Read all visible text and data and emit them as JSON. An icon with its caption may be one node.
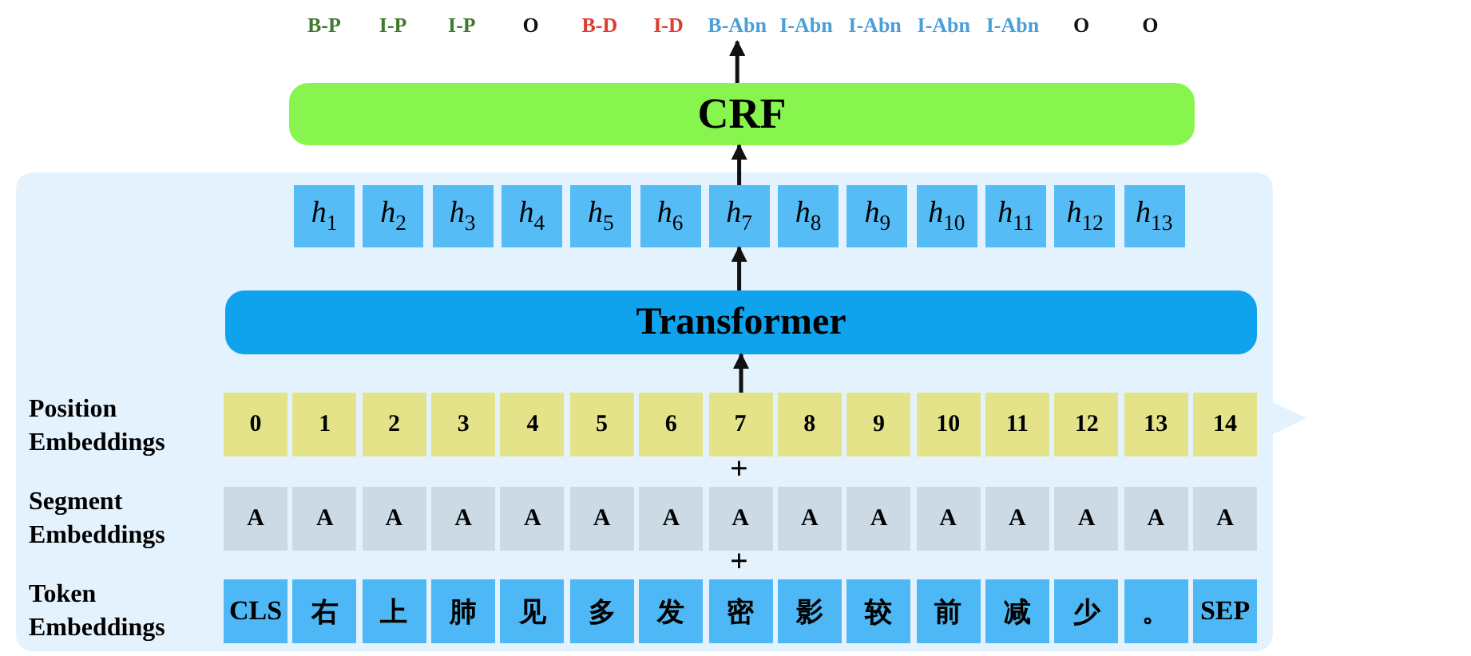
{
  "diagram": {
    "nodes": [
      {
        "text": [
          "B-P"
        ]
      },
      {
        "text": [
          "I-P"
        ]
      },
      {
        "text": [
          "I-P"
        ]
      },
      {
        "text": [
          "O"
        ]
      },
      {
        "text": [
          "B-D"
        ]
      },
      {
        "text": [
          "I-D"
        ]
      },
      {
        "text": [
          "B-Abn"
        ]
      },
      {
        "text": [
          "I-Abn"
        ]
      },
      {
        "text": [
          "I-Abn"
        ]
      },
      {
        "text": [
          "I-Abn"
        ]
      },
      {
        "text": [
          "I-Abn"
        ]
      },
      {
        "text": [
          "O"
        ]
      },
      {
        "text": [
          "O"
        ]
      },
      {
        "text": [
          "CRF"
        ]
      },
      {
        "text": [],
        "shape": "box"
      },
      {
        "text": [
          "*h*$_{1}$"
        ],
        "in": 14
      },
      {
        "text": [
          "*h*$_{2}$"
        ],
        "in": 14
      },
      {
        "text": [
          "*h*$_{3}$"
        ],
        "in": 14
      },
      {
        "text": [
          "*h*$_{4}$"
        ],
        "in": 14
      },
      {
        "text": [
          "*h*$_{5}$"
        ],
        "in": 14
      },
      {
        "text": [
          "*h*$_{6}$"
        ],
        "in": 14
      },
      {
        "text": [
          "*h*$_{7}$"
        ],
        "in": 14
      },
      {
        "text": [
          "*h*$_{8}$"
        ],
        "in": 14
      },
      {
        "text": [
          "*h*$_{9}$"
        ],
        "in": 14
      },
      {
        "text": [
          "*h*$_{10}$"
        ],
        "in": 14
      },
      {
        "text": [
          "*h*$_{11}$"
        ],
        "in": 14
      },
      {
        "text": [
          "*h*$_{12}$"
        ],
        "in": 14
      },
      {
        "text": [
          "*h*$_{13}$"
        ],
        "in": 14
      },
      {
        "text": [
          "Transformer"
        ],
        "in": 14
      },
      {
        "text": [
          "0"
        ],
        "in": 14
      },
      {
        "text": [
          "1"
        ],
        "in": 14
      },
      {
        "text": [
          "2"
        ],
        "in": 14
      },
      {
        "text": [
          "3"
        ],
        "in": 14
      },
      {
        "text": [
          "4"
        ],
        "in": 14
      },
      {
        "text": [
          "5"
        ],
        "in": 14
      },
      {
        "text": [
          "6"
        ],
        "in": 14
      },
      {
        "text": [
          "7"
        ],
        "in": 14
      },
      {
        "text": [
          "8"
        ],
        "in": 14
      },
      {
        "text": [
          "9"
        ],
        "in": 14
      },
      {
        "text": [
          "10"
        ],
        "in": 14
      },
      {
        "text": [
          "11"
        ],
        "in": 14
      },
      {
        "text": [
          "12"
        ],
        "in": 14
      },
      {
        "text": [
          "13"
        ],
        "in": 14
      },
      {
        "text": [
          "14"
        ],
        "in": 14
      },
      {
        "text": [
          "A"
        ],
        "in": 14
      },
      {
        "text": [
          "A"
        ],
        "in": 14
      },
      {
        "text": [
          "A"
        ],
        "in": 14
      },
      {
        "text": [
          "A"
        ],
        "in": 14
      },
      {
        "text": [
          "A"
        ],
        "in": 14
      },
      {
        "text": [
          "A"
        ],
        "in": 14
      },
      {
        "text": [
          "A"
        ],
        "in": 14
      },
      {
        "text": [
          "A"
        ],
        "in": 14
      },
      {
        "text": [
          "A"
        ],
        "in": 14
      },
      {
        "text": [
          "A"
        ],
        "in": 14
      },
      {
        "text": [
          "A"
        ],
        "in": 14
      },
      {
        "text": [
          "A"
        ],
        "in": 14
      },
      {
        "text": [
          "A"
        ],
        "in": 14
      },
      {
        "text": [
          "A"
        ],
        "in": 14
      },
      {
        "text": [
          "A"
        ],
        "in": 14
      },
      {
        "text": [
          "CLS"
        ],
        "in": 14
      },
      {
        "text": [
          "右"
        ],
        "in": 14
      },
      {
        "text": [
          "上"
        ],
        "in": 14
      },
      {
        "text": [
          "肺"
        ],
        "in": 14
      },
      {
        "text": [
          "见"
        ],
        "in": 14
      },
      {
        "text": [
          "多"
        ],
        "in": 14
      },
      {
        "text": [
          "发"
        ],
        "in": 14
      },
      {
        "text": [
          "密"
        ],
        "in": 14
      },
      {
        "text": [
          "影"
        ],
        "in": 14
      },
      {
        "text": [
          "较"
        ],
        "in": 14
      },
      {
        "text": [
          "前"
        ],
        "in": 14
      },
      {
        "text": [
          "减"
        ],
        "in": 14
      },
      {
        "text": [
          "少"
        ],
        "in": 14
      },
      {
        "text": [
          "。"
        ],
        "in": 14
      },
      {
        "text": [
          "SEP"
        ],
        "in": 14
      }
    ],
    "edges": [
      {
        "from": 13,
        "to": 6,
        "arrow": "to"
      },
      {
        "from": 21,
        "to": 13,
        "arrow": "to"
      },
      {
        "from": 28,
        "to": 21,
        "arrow": "to"
      },
      {
        "from": 36,
        "to": 28,
        "arrow": "to"
      }
    ],
    "labels": [
      "Position Embeddings",
      "+",
      "Segment Embeddings",
      "+",
      "Token Embeddings"
    ]
  }
}
